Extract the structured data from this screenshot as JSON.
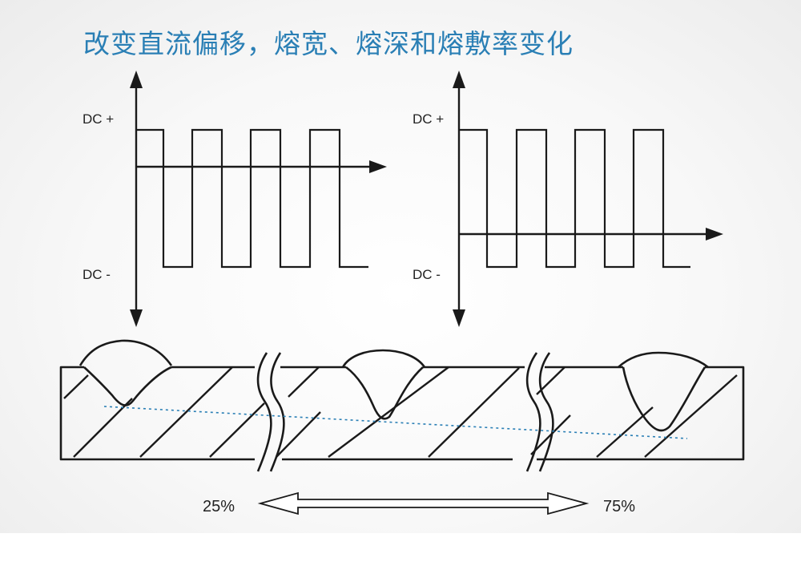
{
  "title": "改变直流偏移，熔宽、熔深和熔敷率变化",
  "left_graph": {
    "dc_plus": "DC +",
    "dc_minus": "DC -"
  },
  "right_graph": {
    "dc_plus": "DC +",
    "dc_minus": "DC -"
  },
  "scale": {
    "left_pct": "25%",
    "right_pct": "75%"
  },
  "colors": {
    "title": "#2a7fb5",
    "line": "#1a1a1a",
    "depth_line": "#2a7fb5"
  }
}
